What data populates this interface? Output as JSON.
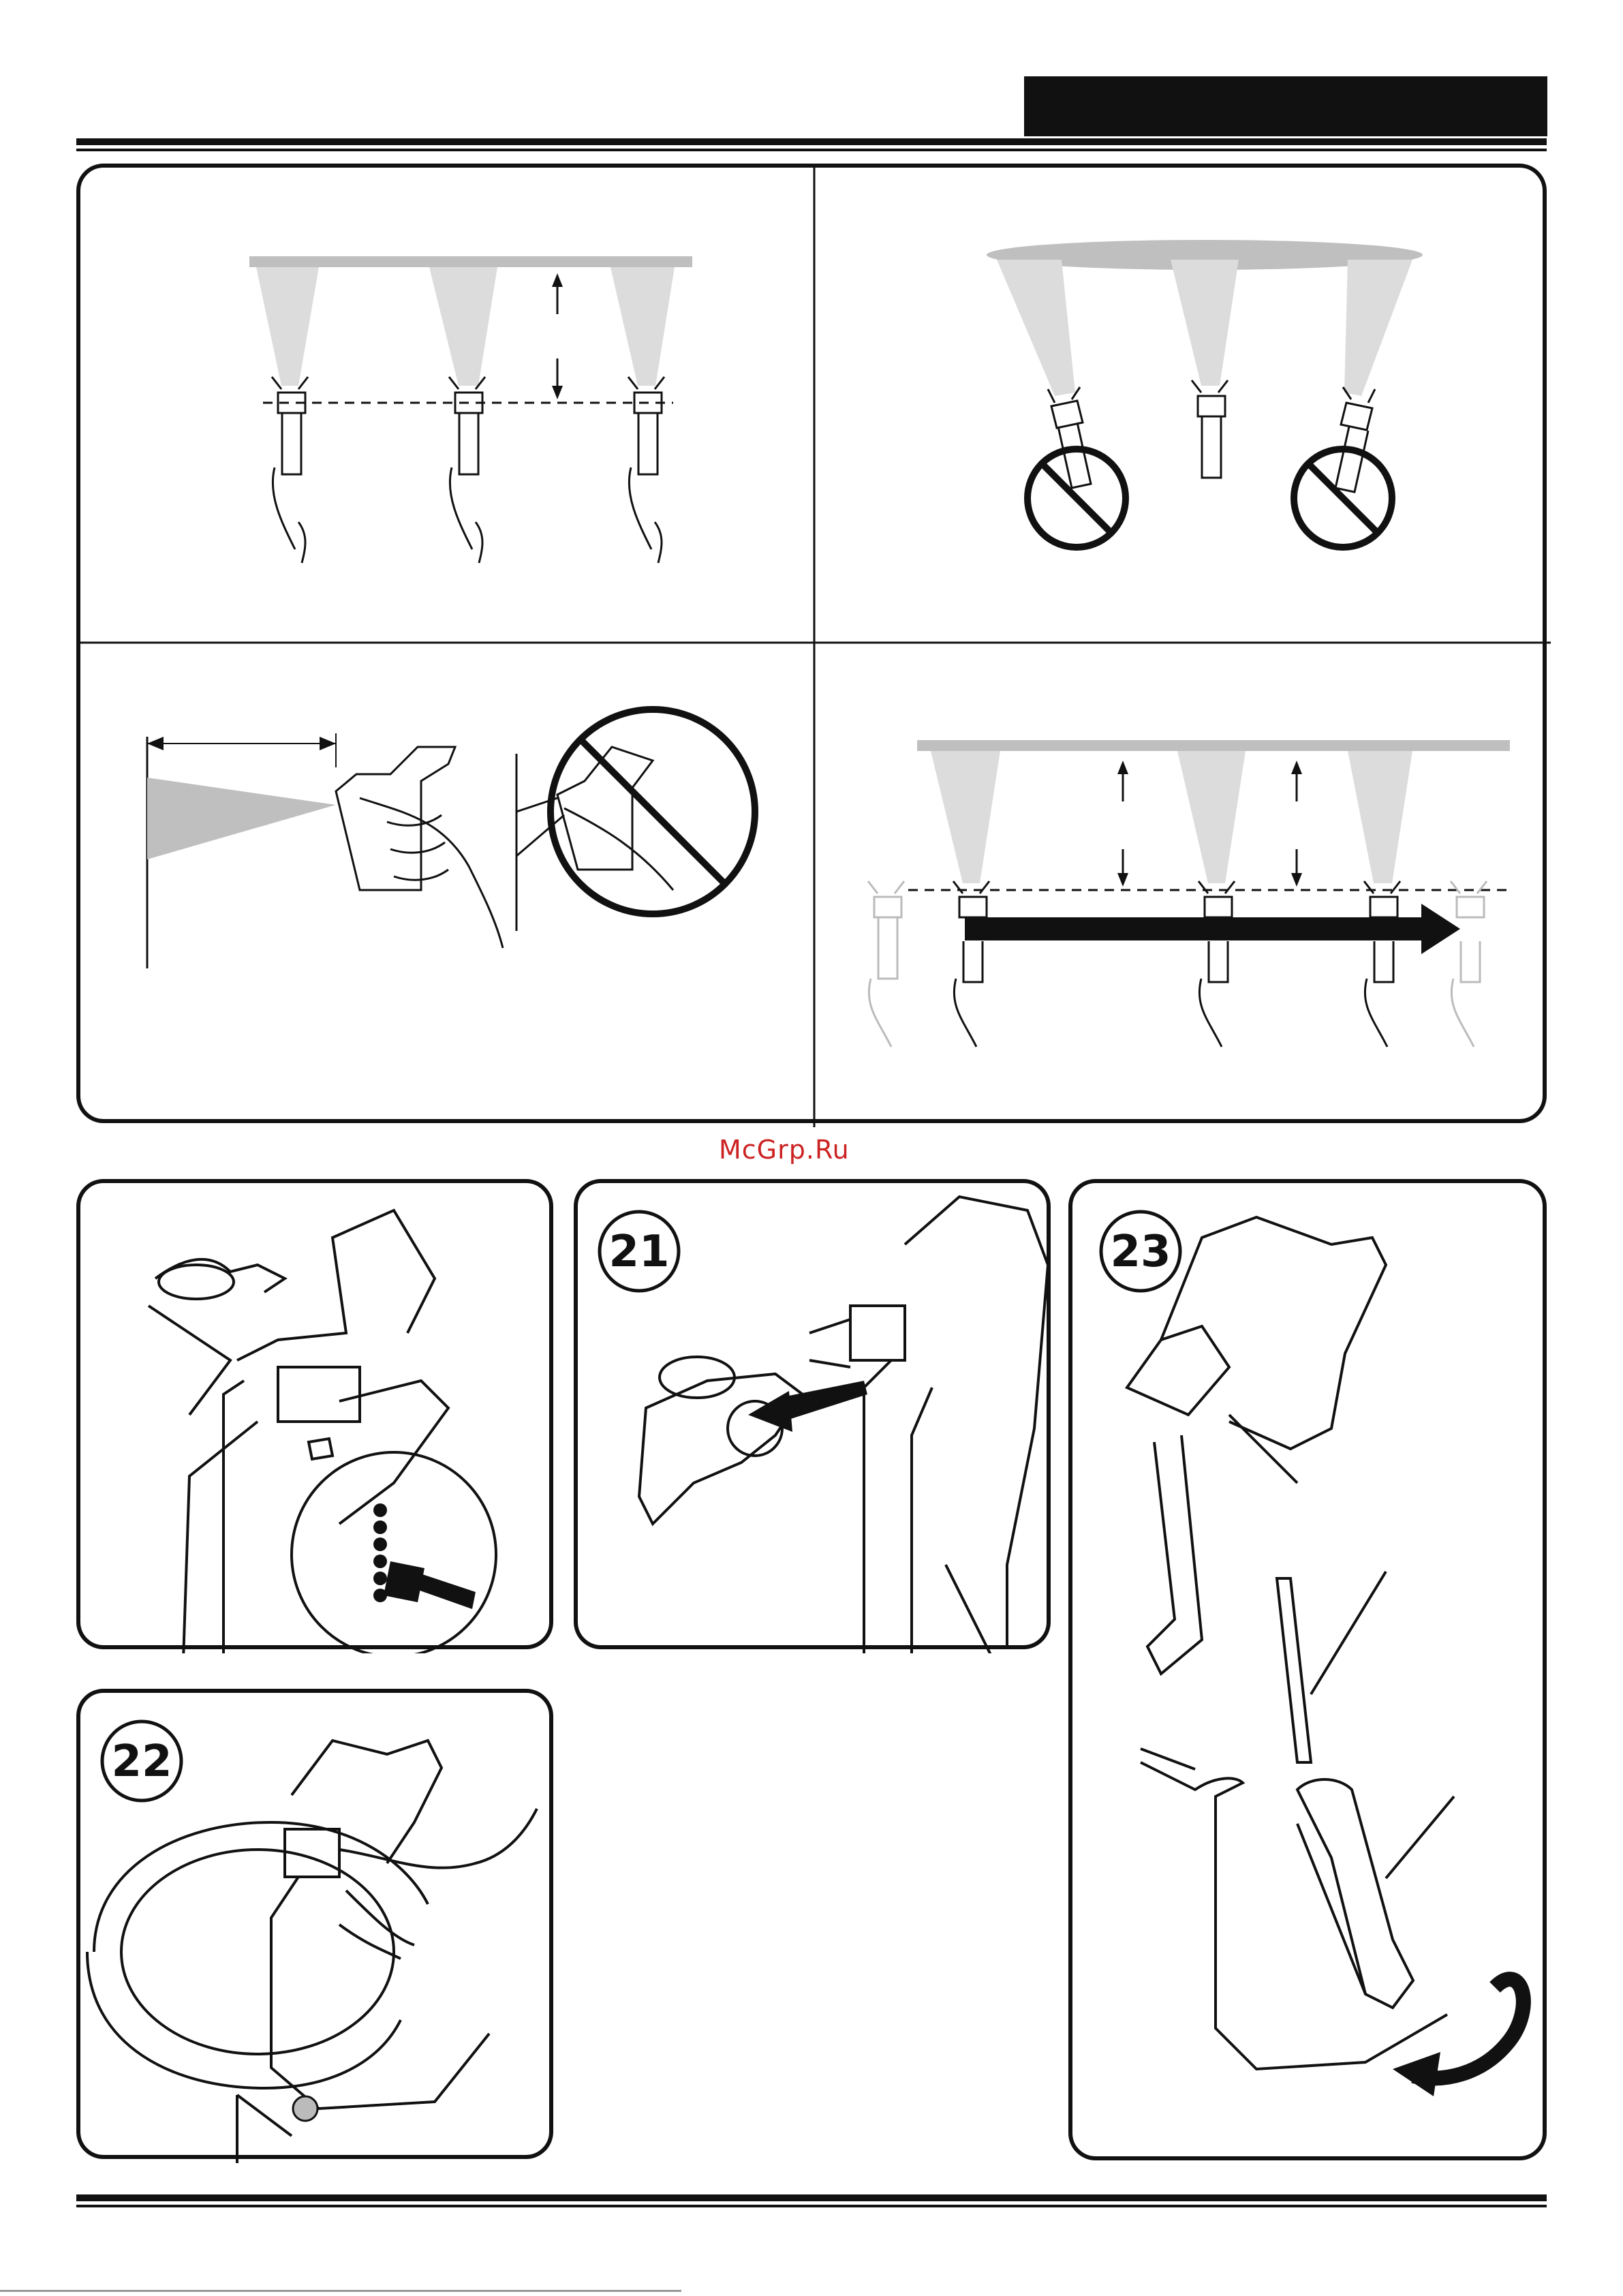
{
  "header": {
    "tab_text": ""
  },
  "watermark": {
    "text": "McGrp.Ru"
  },
  "steps": {
    "s21": "21",
    "s22": "22",
    "s23": "23"
  },
  "icons": {
    "no_symbol": "prohibited-circle-icon",
    "arrow": "direction-arrow-icon",
    "rotate": "rotate-arrow-icon"
  },
  "colors": {
    "ink": "#111111",
    "spray": "#d9d9d9",
    "surface": "#bfbfbf",
    "accent": "#c22222"
  }
}
